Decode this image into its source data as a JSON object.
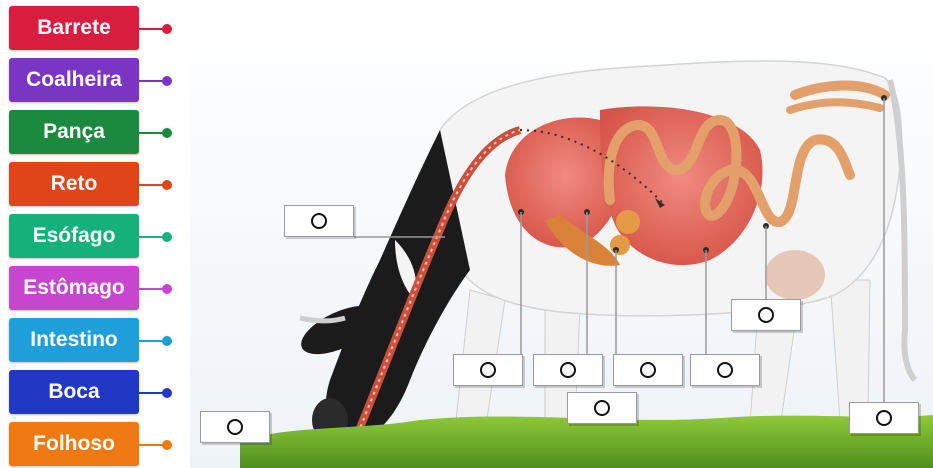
{
  "labels": [
    {
      "text": "Barrete",
      "color": "#d81d3f"
    },
    {
      "text": "Coalheira",
      "color": "#7a35c3"
    },
    {
      "text": "Pança",
      "color": "#1b8a3e"
    },
    {
      "text": "Reto",
      "color": "#e04419"
    },
    {
      "text": "Esófago",
      "color": "#16b07b"
    },
    {
      "text": "Estômago",
      "color": "#c646d0"
    },
    {
      "text": "Intestino",
      "color": "#1e9fd9"
    },
    {
      "text": "Boca",
      "color": "#2038c4"
    },
    {
      "text": "Folhoso",
      "color": "#f07a12"
    }
  ],
  "drop_targets_count": 9,
  "image": {
    "subject": "cow-digestive-system-icon"
  }
}
